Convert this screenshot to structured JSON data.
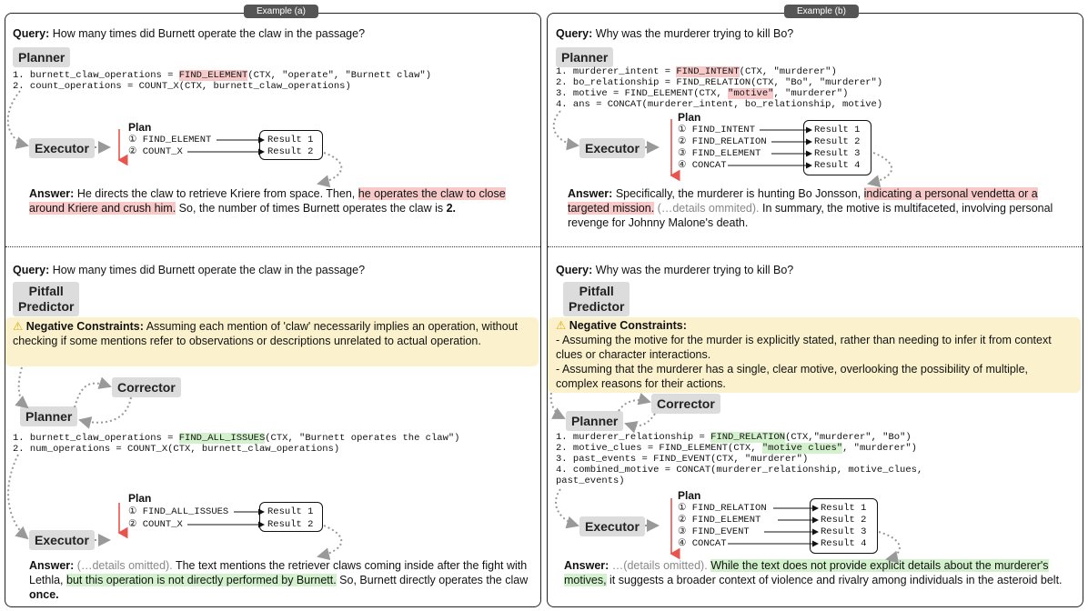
{
  "tags": {
    "a": "Example (a)",
    "b": "Example (b)"
  },
  "labels": {
    "query": "Query:",
    "answer": "Answer:",
    "planner": "Planner",
    "executor": "Executor",
    "plan": "Plan",
    "pitfall1": "Pitfall",
    "pitfall2": "Predictor",
    "corrector": "Corrector",
    "neg": "Negative Constraints:"
  },
  "a_top": {
    "query": "How many times did Burnett operate the claw in the passage?",
    "code1_pre": "1. burnett_claw_operations = ",
    "code1_hl": "FIND_ELEMENT",
    "code1_post": "(CTX, \"operate\", \"Burnett claw\")",
    "code2": "2. count_operations = COUNT_X(CTX, burnett_claw_operations)",
    "plan_steps": [
      "① FIND_ELEMENT",
      "② COUNT_X"
    ],
    "results": [
      "Result 1",
      "Result 2"
    ],
    "ans_1": "He directs the claw to retrieve Kriere from space. Then, ",
    "ans_hl": "he operates the claw to close around Kriere and crush him.",
    "ans_2": " So, the number of times Burnett operates the claw is ",
    "ans_bold": "2."
  },
  "b_top": {
    "query": "Why was the murderer trying to kill Bo?",
    "c1_pre": "1. murderer_intent = ",
    "c1_hl": "FIND_INTENT",
    "c1_post": "(CTX, \"murderer\")",
    "c2": "2. bo_relationship = FIND_RELATION(CTX, \"Bo\", \"murderer\")",
    "c3_pre": "3. motive = FIND_ELEMENT(CTX, ",
    "c3_hl": "\"motive\"",
    "c3_post": ", \"murderer\")",
    "c4": "4. ans = CONCAT(murderer_intent, bo_relationship, motive)",
    "plan_steps": [
      "① FIND_INTENT",
      "② FIND_RELATION",
      "③ FIND_ELEMENT",
      "④ CONCAT"
    ],
    "results": [
      "Result 1",
      "Result 2",
      "Result 3",
      "Result 4"
    ],
    "ans_1": "Specifically, the murderer is hunting Bo Jonsson, ",
    "ans_hl": "indicating a personal vendetta or a targeted mission.",
    "ans_grey": " (…details ommited).",
    "ans_2": " In summary, the motive is multifaceted, involving personal revenge for Johnny Malone's death."
  },
  "a_bot": {
    "query": "How many times did Burnett operate the claw in the passage?",
    "neg_text": " Assuming each mention of 'claw' necessarily implies an operation, without checking if some mentions refer to observations or descriptions unrelated to actual operation.",
    "c1_pre": "1. burnett_claw_operations = ",
    "c1_hl": "FIND_ALL_ISSUES",
    "c1_post": "(CTX, \"Burnett operates the claw\")",
    "c2": "2. num_operations = COUNT_X(CTX, burnett_claw_operations)",
    "plan_steps": [
      "① FIND_ALL_ISSUES",
      "② COUNT_X"
    ],
    "results": [
      "Result 1",
      "Result 2"
    ],
    "ans_grey": " (…details omitted).",
    "ans_1": " The text mentions the retriever claws coming inside after the fight with Lethla, ",
    "ans_hl": "but this operation is not directly performed by Burnett.",
    "ans_2": " So, Burnett directly operates the claw ",
    "ans_bold": "once."
  },
  "b_bot": {
    "query": "Why was the murderer trying to kill Bo?",
    "neg1": "- Assuming the motive for the murder is explicitly stated, rather than needing to infer it from context clues or character interactions.",
    "neg2": "- Assuming that the murderer has a single, clear motive, overlooking the possibility of multiple, complex reasons for their actions.",
    "c1_pre": "1. murderer_relationship = ",
    "c1_hl": "FIND_RELATION",
    "c1_post": "(CTX,\"murderer\", \"Bo\")",
    "c2_pre": "2. motive_clues = FIND_ELEMENT(CTX, ",
    "c2_hl": "\"motive clues\"",
    "c2_post": ", \"murderer\")",
    "c3": "3. past_events = FIND_EVENT(CTX, \"murderer\")",
    "c4": "4. combined_motive = CONCAT(murderer_relationship, motive_clues,",
    "c5": "past_events)",
    "plan_steps": [
      "① FIND_RELATION",
      "② FIND_ELEMENT",
      "③ FIND_EVENT",
      "④ CONCAT"
    ],
    "results": [
      "Result 1",
      "Result 2",
      "Result 3",
      "Result 4"
    ],
    "ans_grey": " …(details omitted).",
    "ans_hl": "While the text does not provide explicit details about the murderer's motives,",
    "ans_2": " it suggests a broader context of violence and rivalry among individuals in the asteroid belt."
  }
}
